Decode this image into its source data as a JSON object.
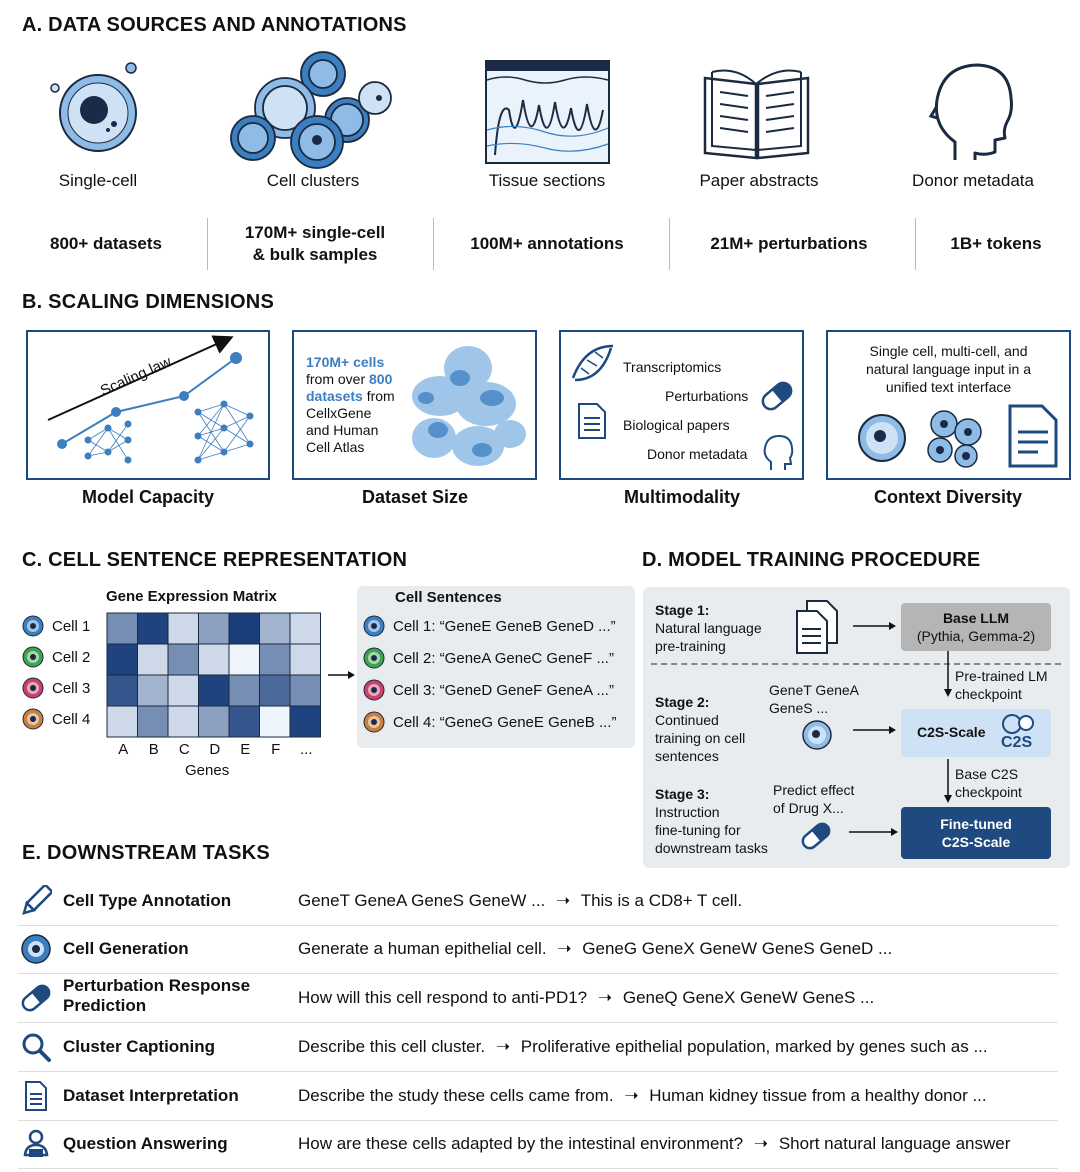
{
  "sectionA": {
    "title": "A. DATA SOURCES AND ANNOTATIONS",
    "sources": [
      "Single-cell",
      "Cell clusters",
      "Tissue sections",
      "Paper abstracts",
      "Donor metadata"
    ],
    "stats": [
      "800+ datasets",
      "170M+ single-cell",
      "& bulk samples",
      "100M+ annotations",
      "21M+ perturbations",
      "1B+ tokens"
    ]
  },
  "sectionB": {
    "title": "B. SCALING DIMENSIONS",
    "scaling_law": "Scaling law",
    "dataset_text": [
      "170M+ cells",
      "from over",
      "800",
      "datasets",
      "from",
      "CellxGene",
      "and Human",
      "Cell Atlas"
    ],
    "modalities": [
      "Transcriptomics",
      "Perturbations",
      "Biological papers",
      "Donor metadata"
    ],
    "context_text": [
      "Single cell, multi-cell, and",
      "natural language input in a",
      "unified text interface"
    ],
    "captions": [
      "Model Capacity",
      "Dataset Size",
      "Multimodality",
      "Context Diversity"
    ]
  },
  "sectionC": {
    "title": "C. CELL SENTENCE REPRESENTATION",
    "matrix_title": "Gene Expression Matrix",
    "cells": [
      "Cell 1",
      "Cell 2",
      "Cell 3",
      "Cell 4"
    ],
    "genes": [
      "A",
      "B",
      "C",
      "D",
      "E",
      "F",
      "..."
    ],
    "genes_label": "Genes",
    "sentences_title": "Cell Sentences",
    "sentences": [
      "Cell 1: “GeneE GeneB GeneD ...”",
      "Cell 2: “GeneA GeneC GeneF ...”",
      "Cell 3: “GeneD GeneF GeneA ...”",
      "Cell 4: “GeneG GeneE GeneB ...”"
    ],
    "matrix": [
      [
        0.55,
        0.95,
        0.15,
        0.45,
        0.98,
        0.35,
        0.15
      ],
      [
        0.95,
        0.15,
        0.55,
        0.15,
        0.0,
        0.55,
        0.15
      ],
      [
        0.85,
        0.35,
        0.15,
        0.95,
        0.55,
        0.75,
        0.55
      ],
      [
        0.15,
        0.55,
        0.15,
        0.45,
        0.85,
        0.0,
        0.95
      ]
    ],
    "cell_colors": [
      "#3c7fc0",
      "#3fa34d",
      "#c9426b",
      "#c8803a"
    ]
  },
  "sectionD": {
    "title": "D. MODEL TRAINING PROCEDURE",
    "stage1": [
      "Stage 1:",
      "Natural language",
      "pre-training"
    ],
    "stage2": [
      "Stage 2:",
      "Continued",
      "training on cell",
      "sentences"
    ],
    "stage3": [
      "Stage 3:",
      "Instruction",
      "fine-tuning for",
      "downstream tasks"
    ],
    "stage2_example": [
      "GeneT GeneA",
      "GeneS ..."
    ],
    "stage3_example": [
      "Predict effect",
      "of Drug X..."
    ],
    "base_llm": [
      "Base LLM",
      "(Pythia, Gemma-2)"
    ],
    "pretrained": [
      "Pre-trained LM",
      "checkpoint"
    ],
    "c2s_scale": "C2S-Scale",
    "c2s_logo": "C2S",
    "base_c2s": [
      "Base C2S",
      "checkpoint"
    ],
    "finetuned": [
      "Fine-tuned",
      "C2S-Scale"
    ]
  },
  "sectionE": {
    "title": "E. DOWNSTREAM TASKS",
    "tasks": [
      {
        "name": "Cell Type Annotation",
        "input": "GeneT GeneA GeneS GeneW ...",
        "output": "This is a CD8+ T cell."
      },
      {
        "name": "Cell Generation",
        "input": "Generate a human epithelial cell.",
        "output": "GeneG GeneX GeneW GeneS GeneD ..."
      },
      {
        "name": "Perturbation Response",
        "name2": "Prediction",
        "input": "How will this cell respond to anti-PD1?",
        "output": "GeneQ GeneX GeneW GeneS ..."
      },
      {
        "name": "Cluster Captioning",
        "input": "Describe this cell cluster.",
        "output": "Proliferative epithelial population, marked by genes such as ..."
      },
      {
        "name": "Dataset Interpretation",
        "input": "Describe the study these cells came from.",
        "output": "Human kidney tissue from a healthy donor ..."
      },
      {
        "name": "Question Answering",
        "input": "How are these cells adapted by the intestinal environment?",
        "output": "Short natural language answer"
      }
    ]
  },
  "colors": {
    "navy": "#1e4a80",
    "blue": "#3c7fc0",
    "light": "#cfe1f4",
    "grey": "#e9ecef"
  }
}
